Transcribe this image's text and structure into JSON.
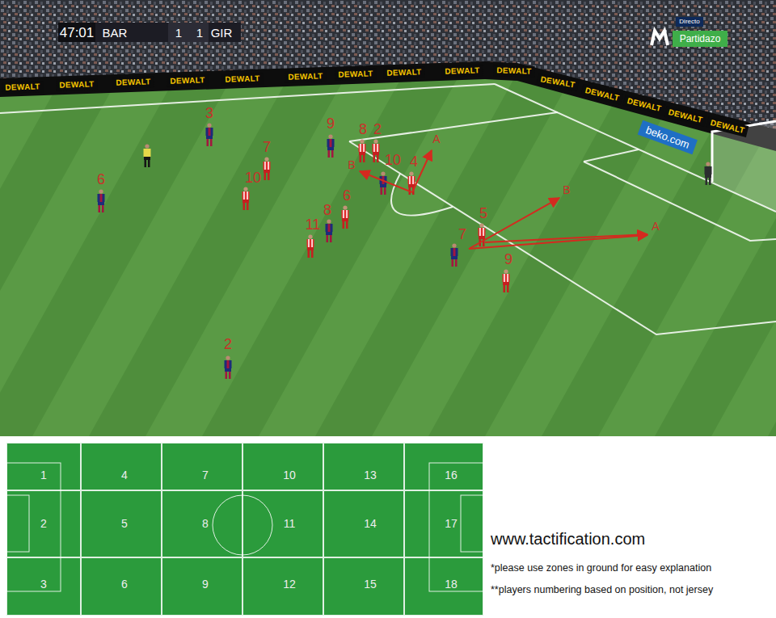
{
  "diagram": {
    "nodes": [
      {
        "text": [
          "1"
        ]
      },
      {
        "text": [
          "2"
        ]
      },
      {
        "text": [
          "3"
        ]
      },
      {
        "text": [
          "4"
        ]
      },
      {
        "text": [
          "5"
        ]
      },
      {
        "text": [
          "6"
        ]
      },
      {
        "text": [
          "7"
        ]
      },
      {
        "text": [
          "8"
        ]
      },
      {
        "text": [
          "9"
        ]
      },
      {
        "text": [
          "10"
        ]
      },
      {
        "text": [
          "11"
        ]
      },
      {
        "text": [
          "12"
        ]
      },
      {
        "text": [
          "13"
        ]
      },
      {
        "text": [
          "14"
        ]
      },
      {
        "text": [
          "15"
        ]
      },
      {
        "text": [
          "16"
        ]
      },
      {
        "text": [
          "17"
        ]
      },
      {
        "text": [
          "18"
        ]
      }
    ],
    "labels": [
      "47:01",
      "BAR",
      "1",
      "1",
      "GIR",
      "Directo",
      "Partidazo",
      "beko.com",
      "DEWALT",
      "DEWALT",
      "DEWALT",
      "DEWALT",
      "DEWALT",
      "DEWALT",
      "DEWALT",
      "DEWALT",
      "DEWALT",
      "DEWALT",
      "DEWALT",
      "DEWALT",
      "DEWALT",
      "DEWALT",
      "DEWALT",
      "3",
      "6",
      "7",
      "10",
      "9",
      "8",
      "2",
      "10",
      "4",
      "8",
      "6",
      "11",
      "5",
      "7",
      "9",
      "2",
      "A",
      "B",
      "B",
      "A",
      "www.tactification.com",
      "*please use zones in ground for easy explanation",
      "**players numbering based on position, not jersey"
    ]
  }
}
